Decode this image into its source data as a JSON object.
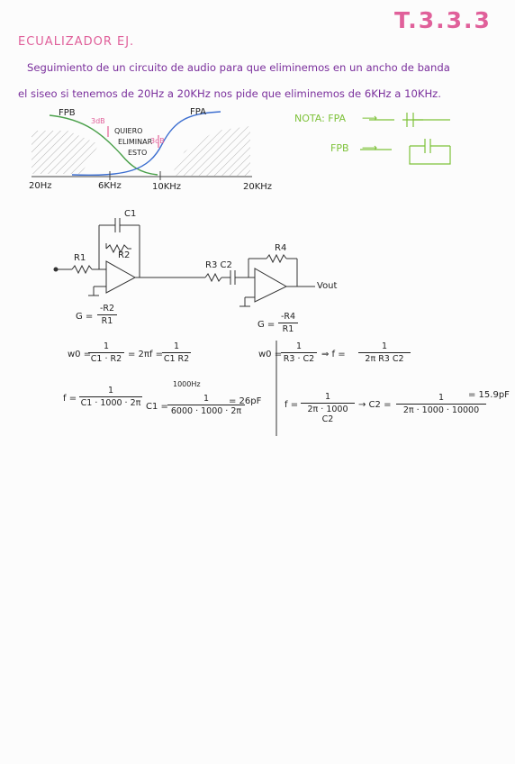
{
  "page_number": "T.3.3.3",
  "title": "ECUALIZADOR EJ.",
  "statement_line1": "Seguimiento de un circuito de audio para que eliminemos en un ancho de banda",
  "statement_line2": "el siseo si tenemos de 20Hz a 20KHz nos pide que eliminemos de 6KHz a 10KHz.",
  "graph": {
    "fpb_label": "FPB",
    "fpa_label": "FPA",
    "db_3": "3dB",
    "db_3b": "3dB",
    "quiero": "QUIERO",
    "eliminar": "ELIMINAR",
    "esto": "ESTO",
    "x_ticks": [
      "20Hz",
      "6KHz",
      "10KHz",
      "20KHz"
    ]
  },
  "nota": {
    "label": "NOTA: FPA",
    "fpb": "FPB"
  },
  "circuit": {
    "c1": "C1",
    "r1": "R1",
    "r2": "R2",
    "r3c2": "R3  C2",
    "r4": "R4",
    "vout": "Vout"
  },
  "formulas": {
    "g1_lhs": "G =",
    "g1_num": "-R2",
    "g1_den": "R1",
    "g2_lhs": "G =",
    "g2_num": "-R4",
    "g2_den": "R1",
    "w0_lhs": "w0 =",
    "w0_num": "1",
    "w0_den": "C1 · R2",
    "eq_2pif": "= 2πf =",
    "eq_2pif_num": "1",
    "eq_2pif_den": "C1 R2",
    "note_1000hz": "1000Hz",
    "w0b_lhs": "w0 =",
    "w0b_num": "1",
    "w0b_den": "R3 · C2",
    "arrow_f": "⇒ f =",
    "f_num": "1",
    "f_den": "2π R3 C2",
    "f1_lhs": "f =",
    "f1_num": "1",
    "f1_den": "C1 · 1000 · 2π",
    "c1_lhs": "C1 =",
    "c1_num": "1",
    "c1_den": "6000 · 1000 · 2π",
    "c1_res": "= 26pF",
    "f2_lhs": "f =",
    "f2_num": "1",
    "f2_den": "2π · 1000 C2",
    "c2_lhs": "→ C2 =",
    "c2_num": "1",
    "c2_den": "2π · 1000 · 10000",
    "c2_res": "= 15.9pF"
  }
}
